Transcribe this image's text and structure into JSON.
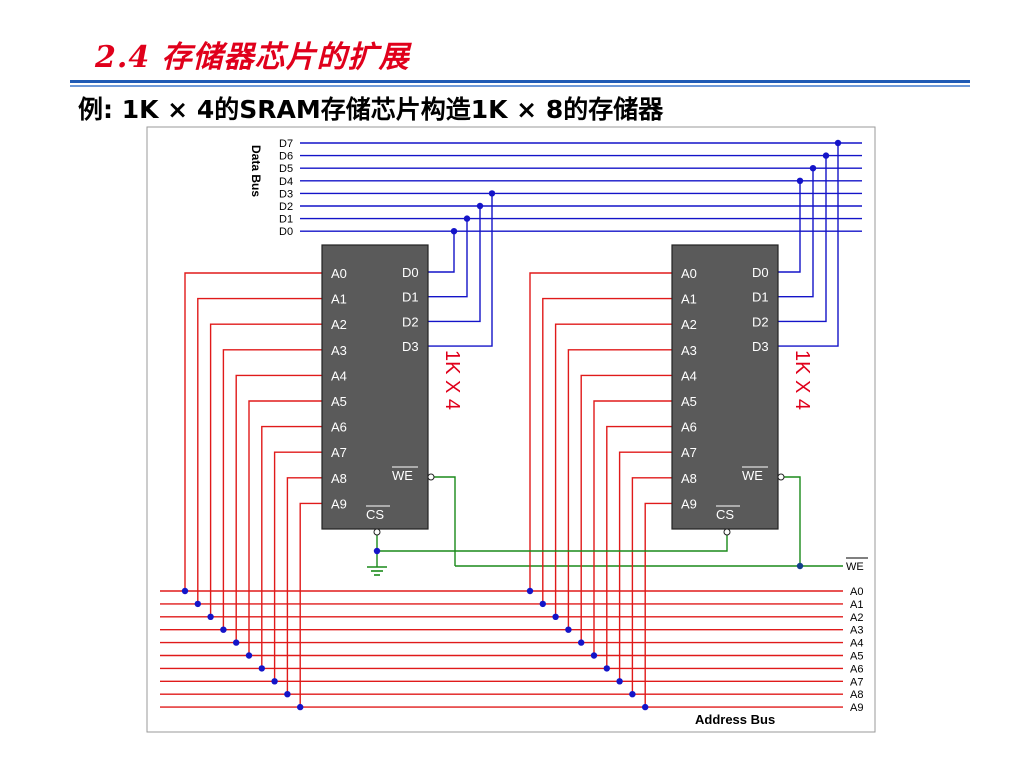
{
  "slide": {
    "title": "2.4 存储器芯片的扩展",
    "subtitle": "例: 1K × 4的SRAM存储芯片构造1K × 8的存储器"
  },
  "colors": {
    "data_bus": "#1414c8",
    "address_bus": "#e01a1a",
    "control": "#1a8a1a",
    "chip_body": "#5a5a5a",
    "chip_text": "#ffffff",
    "chip_label": "#e0001b",
    "junction": "#1414c8",
    "title": "#e0001b"
  },
  "diagram": {
    "data_bus_label": "Data  Bus",
    "address_bus_label": "Address  Bus",
    "data_lines": [
      "D7",
      "D6",
      "D5",
      "D4",
      "D3",
      "D2",
      "D1",
      "D0"
    ],
    "address_lines": [
      "A0",
      "A1",
      "A2",
      "A3",
      "A4",
      "A5",
      "A6",
      "A7",
      "A8",
      "A9"
    ],
    "we_bus_label": "WE",
    "chips": [
      {
        "label": "1K X 4",
        "address_pins": [
          "A0",
          "A1",
          "A2",
          "A3",
          "A4",
          "A5",
          "A6",
          "A7",
          "A8",
          "A9"
        ],
        "data_pins": [
          "D0",
          "D1",
          "D2",
          "D3"
        ],
        "we_pin": "WE",
        "cs_pin": "CS"
      },
      {
        "label": "1K X 4",
        "address_pins": [
          "A0",
          "A1",
          "A2",
          "A3",
          "A4",
          "A5",
          "A6",
          "A7",
          "A8",
          "A9"
        ],
        "data_pins": [
          "D0",
          "D1",
          "D2",
          "D3"
        ],
        "we_pin": "WE",
        "cs_pin": "CS"
      }
    ]
  }
}
